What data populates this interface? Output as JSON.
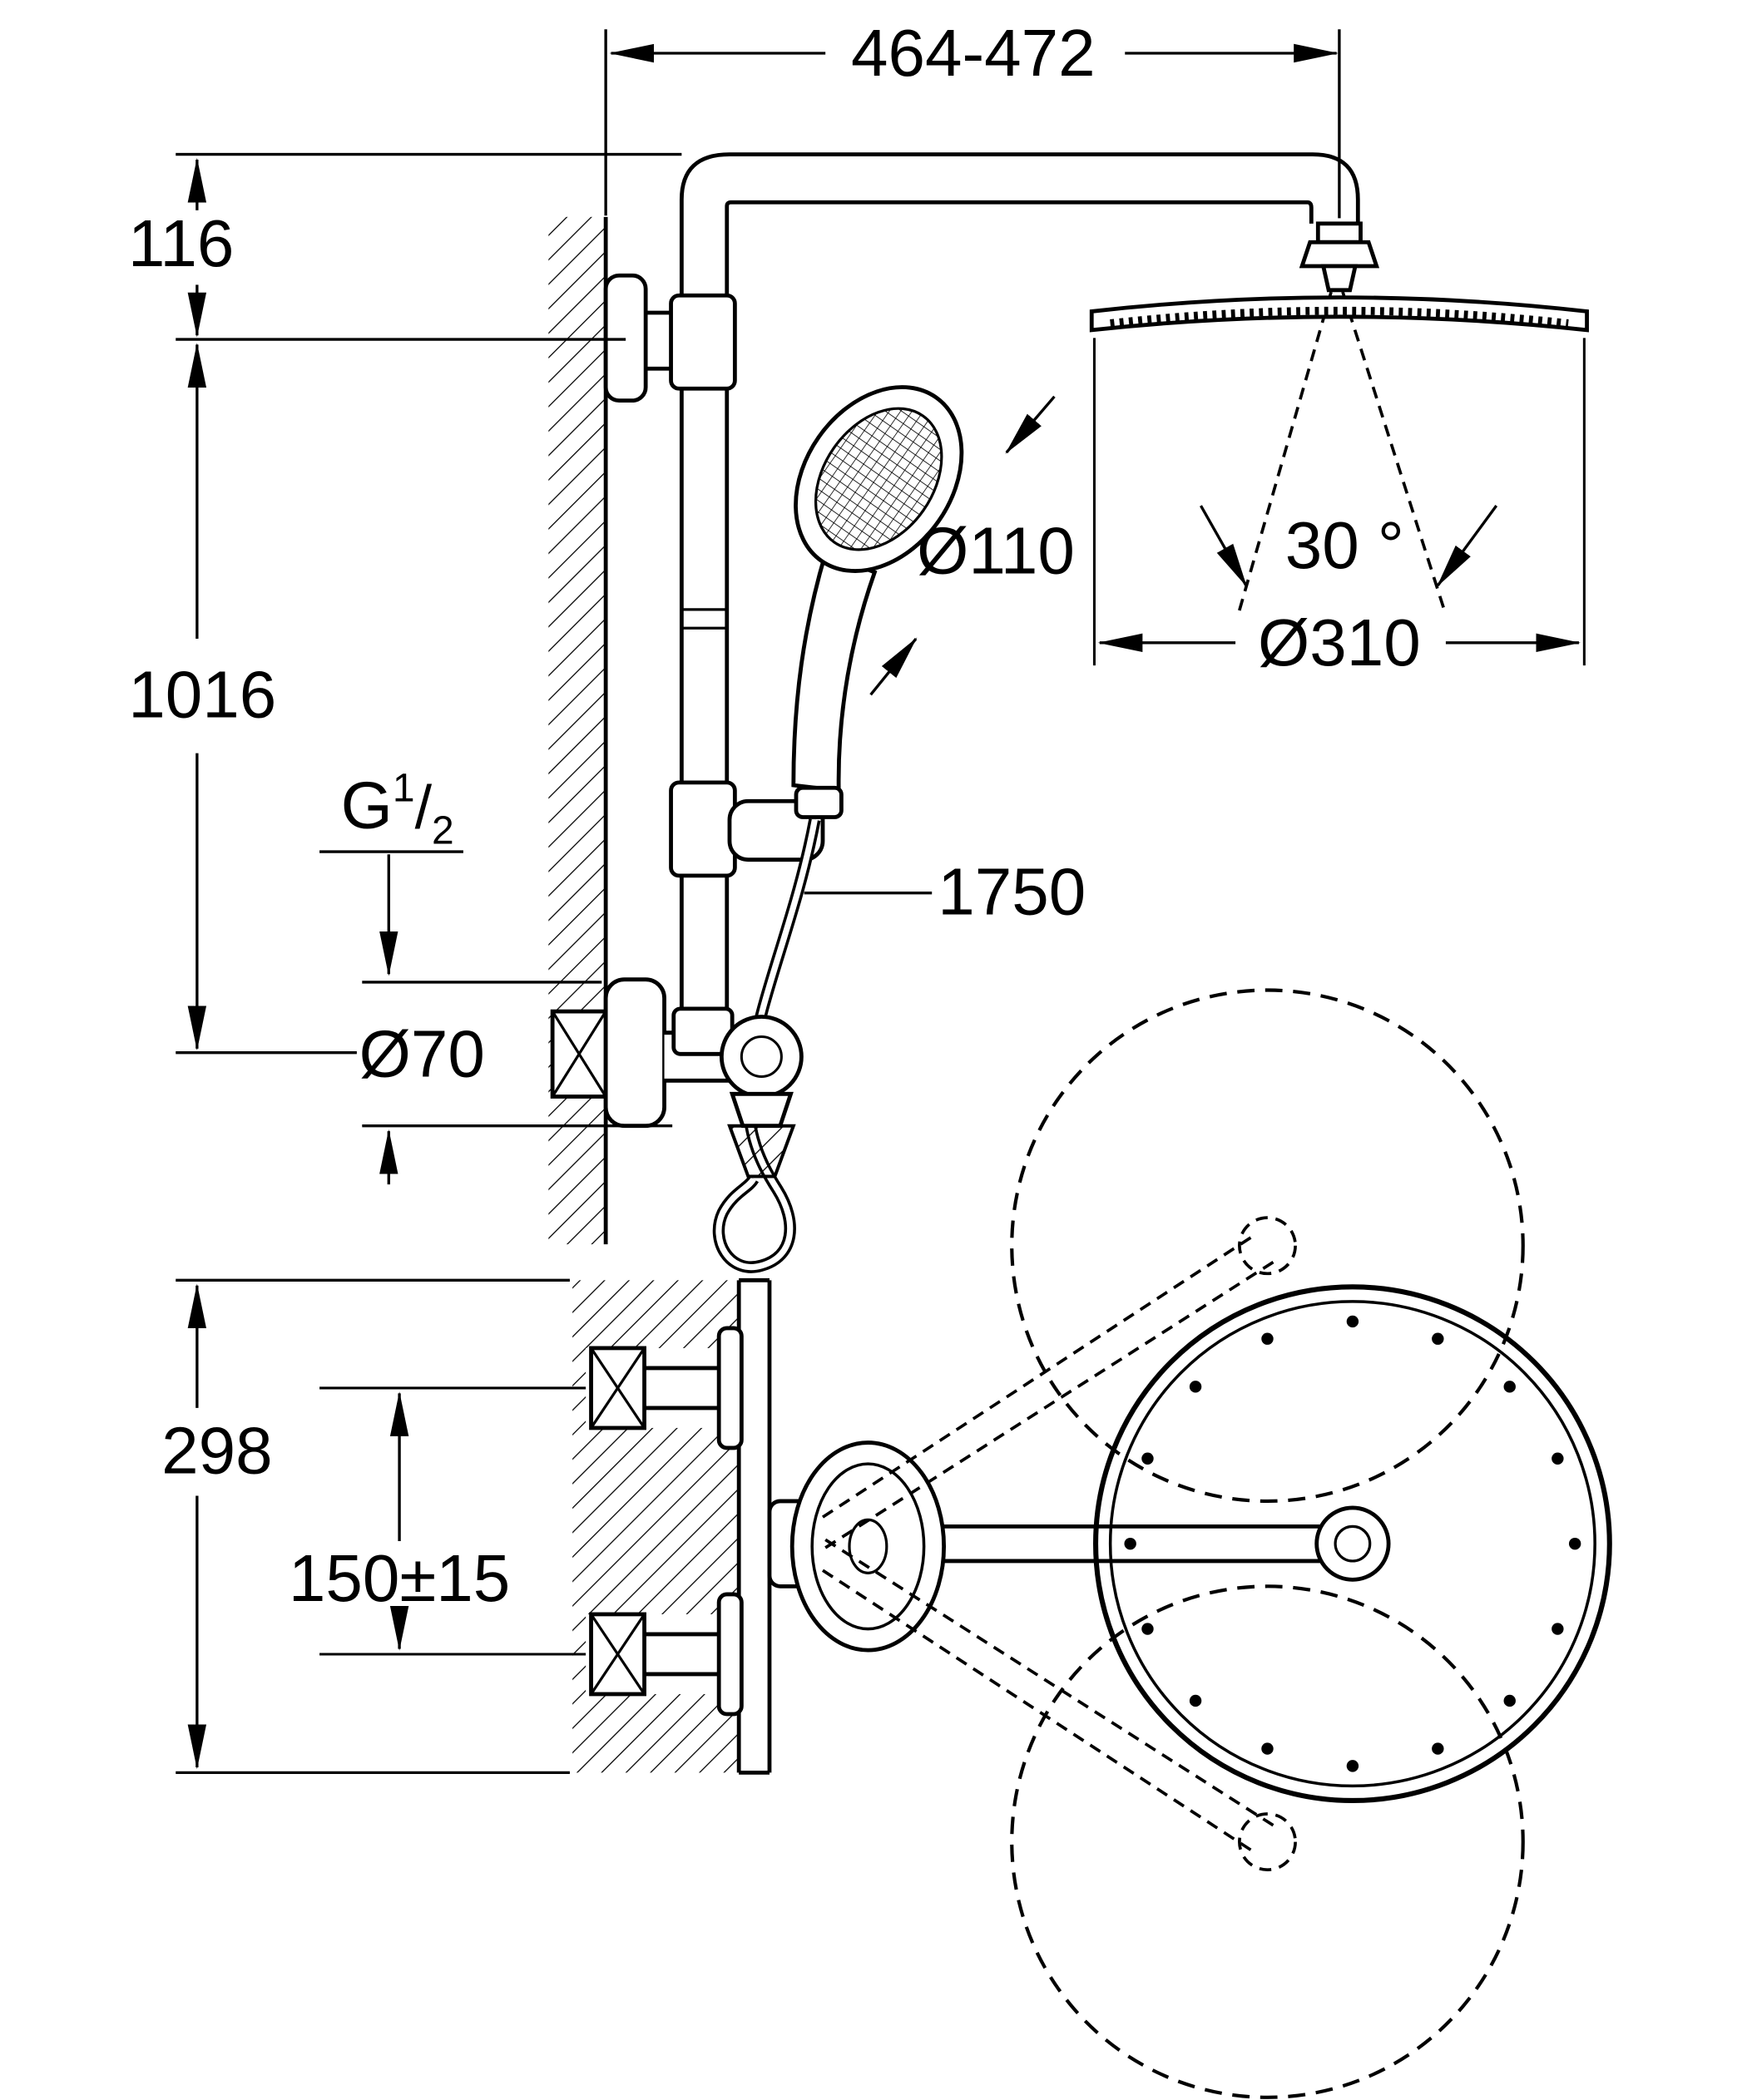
{
  "colors": {
    "line": "#000000",
    "background": "#ffffff"
  },
  "labels": {
    "width_top": "464-472",
    "offset_116": "116",
    "height_1016": "1016",
    "thread_g": "G",
    "thread_num": "1",
    "thread_slash": "/",
    "thread_den": "2",
    "hand_diameter": "Ø110",
    "swivel_angle": "30 °",
    "head_diameter": "Ø310",
    "hose_length": "1750",
    "escutcheon_diameter": "Ø70",
    "depth_298": "298",
    "supply_spacing": "150±15"
  }
}
